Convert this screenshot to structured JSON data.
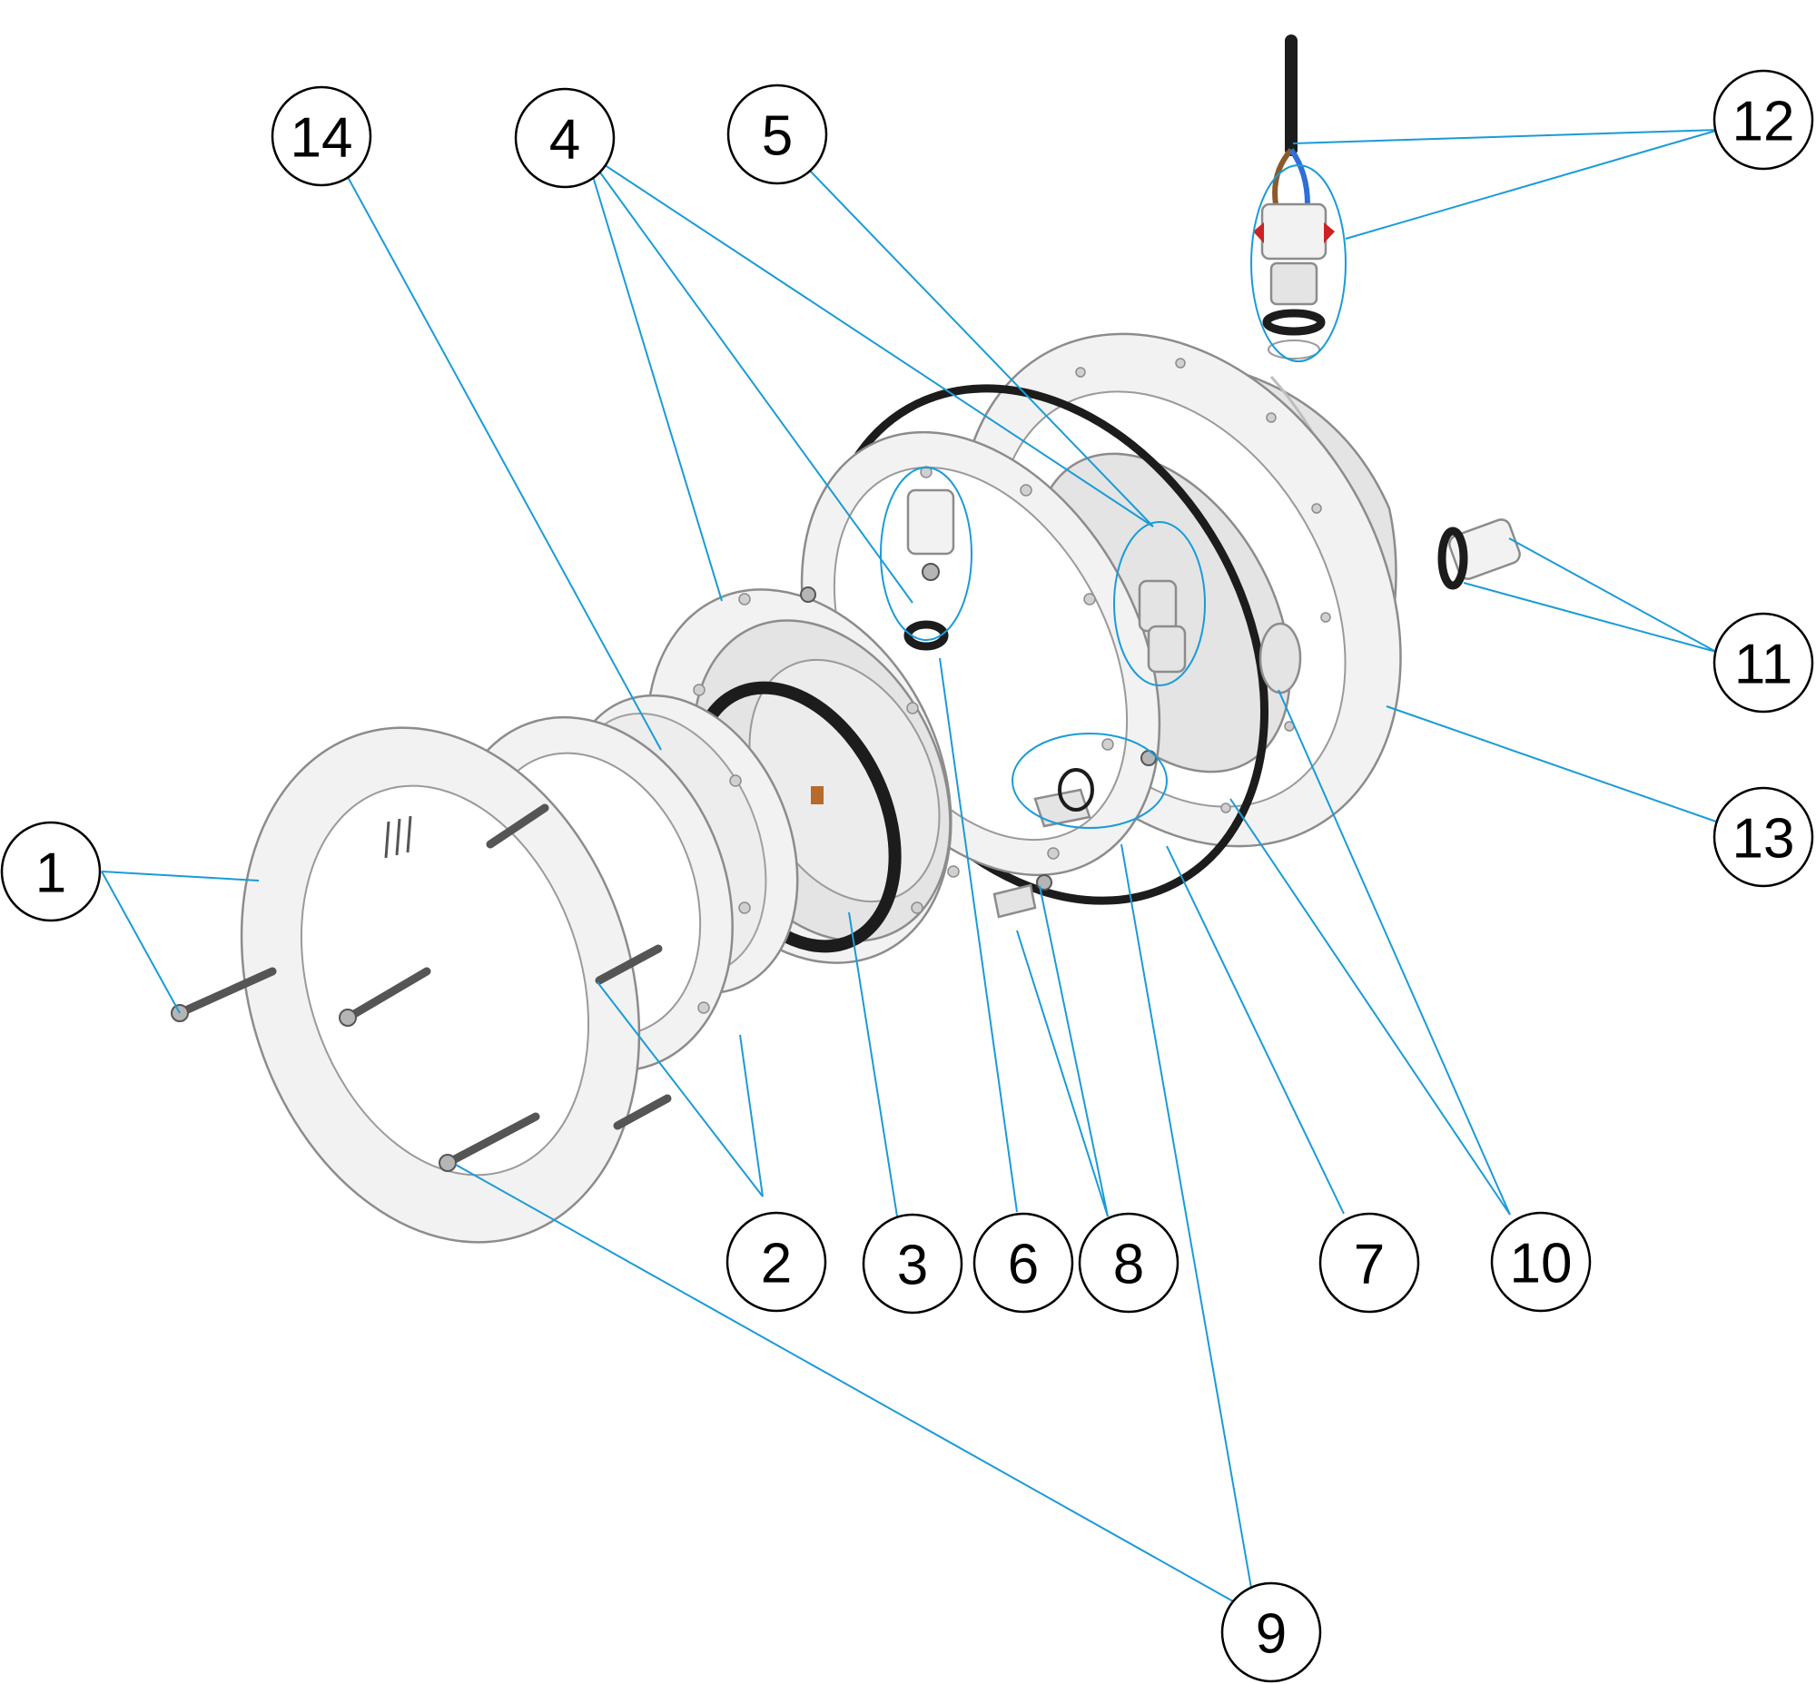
{
  "colors": {
    "leader_line": "#1a9bd7",
    "callout_outline": "#000000",
    "part_body": "#f2f2f2",
    "gasket": "#1c1c1c"
  },
  "callouts": [
    {
      "id": "1",
      "label": "1"
    },
    {
      "id": "2",
      "label": "2"
    },
    {
      "id": "3",
      "label": "3"
    },
    {
      "id": "4",
      "label": "4"
    },
    {
      "id": "5",
      "label": "5"
    },
    {
      "id": "6",
      "label": "6"
    },
    {
      "id": "7",
      "label": "7"
    },
    {
      "id": "8",
      "label": "8"
    },
    {
      "id": "9",
      "label": "9"
    },
    {
      "id": "10",
      "label": "10"
    },
    {
      "id": "11",
      "label": "11"
    },
    {
      "id": "12",
      "label": "12"
    },
    {
      "id": "13",
      "label": "13"
    },
    {
      "id": "14",
      "label": "14"
    }
  ]
}
